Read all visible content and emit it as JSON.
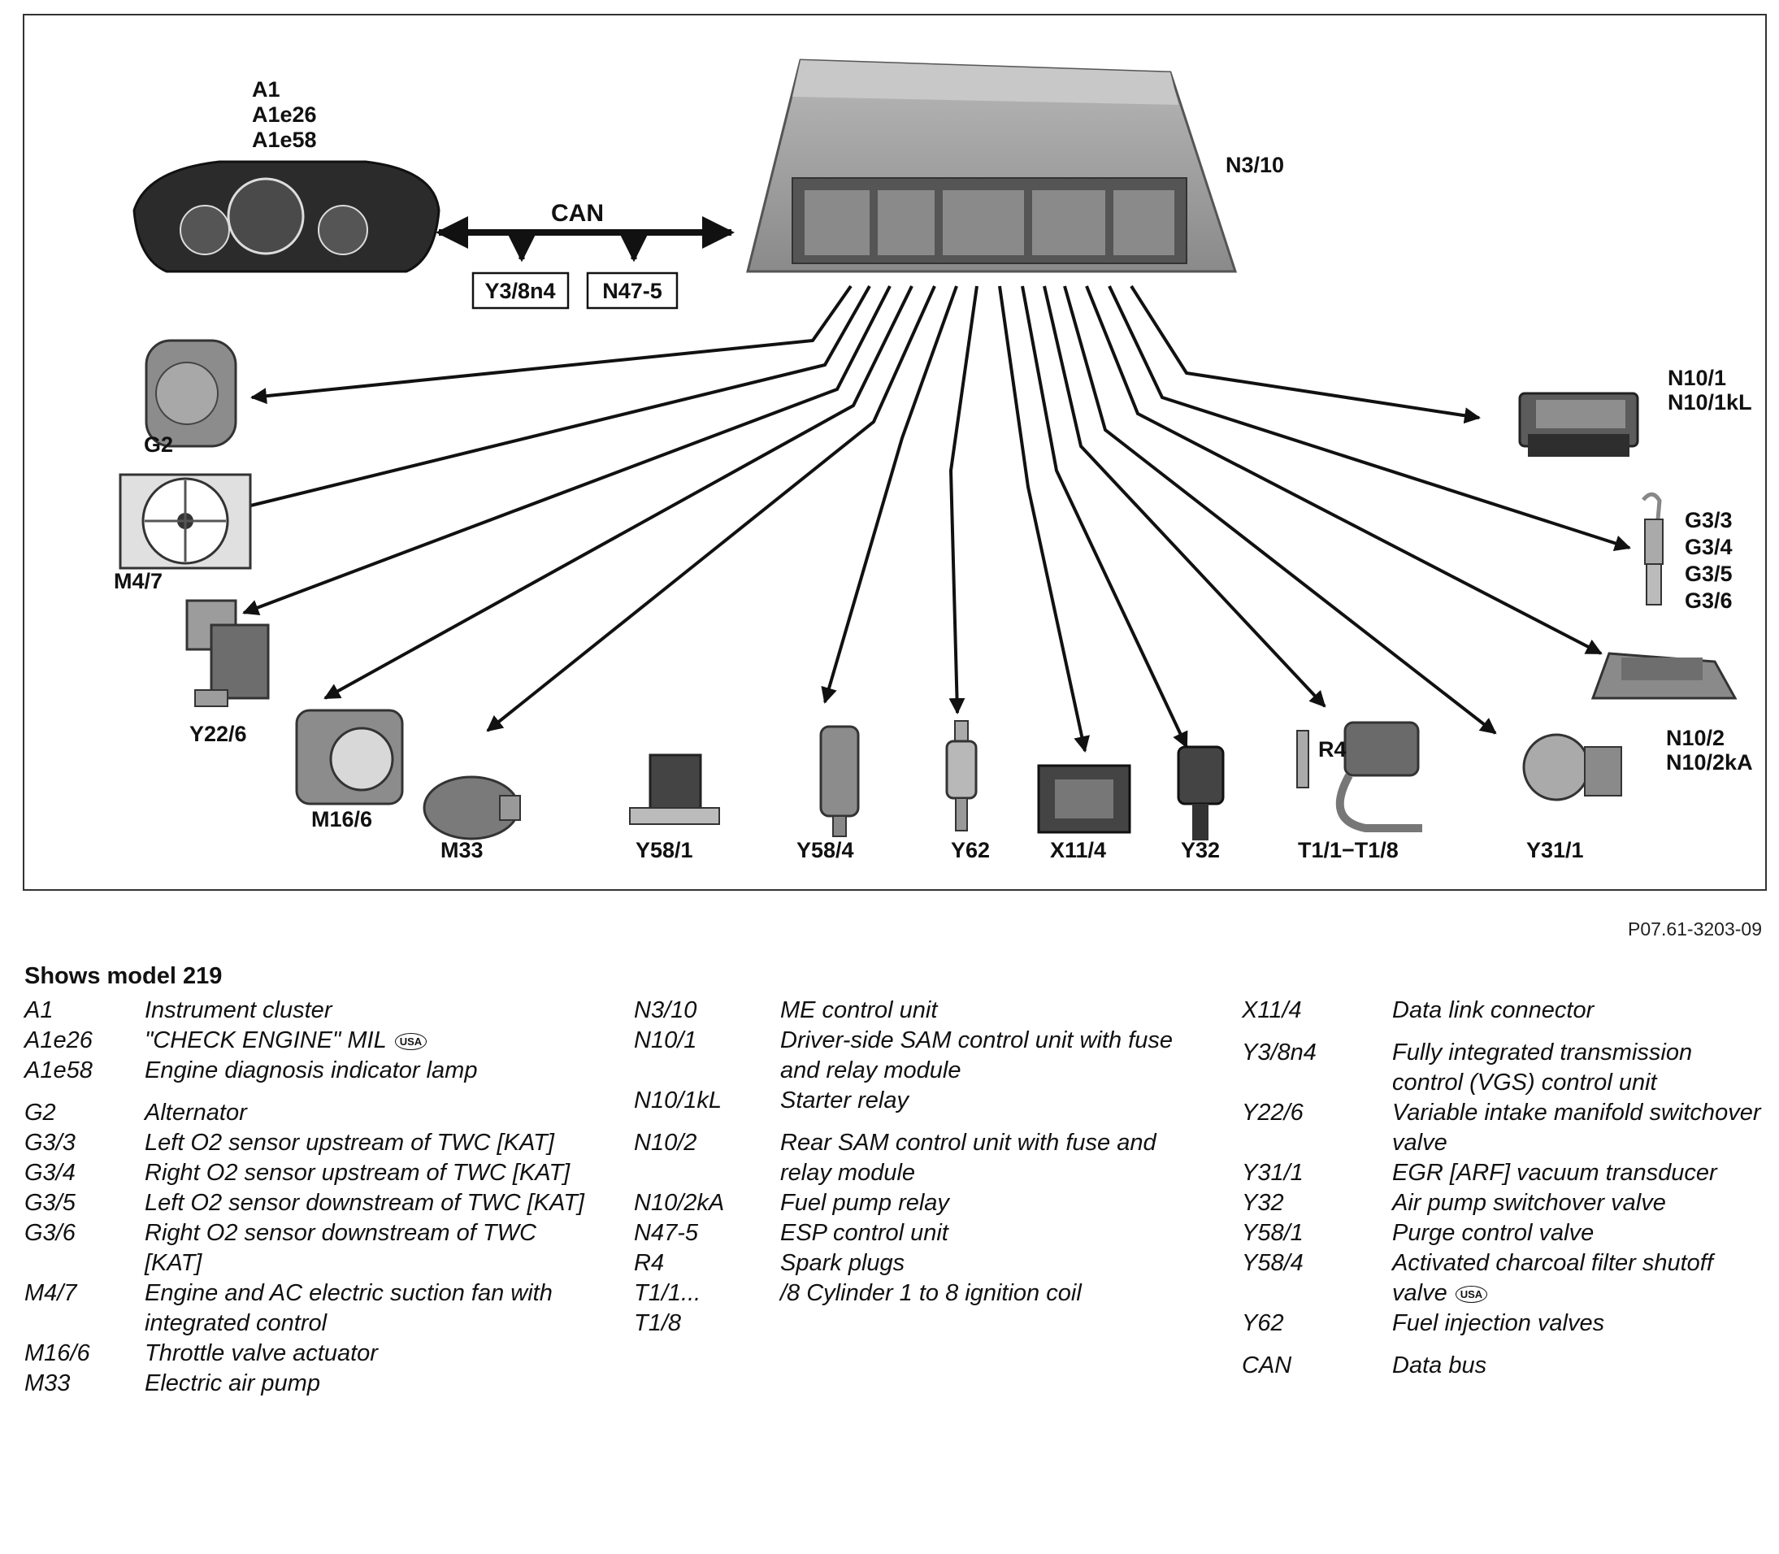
{
  "diagram": {
    "can_label": "CAN",
    "components": {
      "cluster": "A1\nA1e26\nA1e58",
      "ecu": "N3/10",
      "y38n4": "Y3/8n4",
      "n475": "N47-5",
      "g2": "G2",
      "m47": "M4/7",
      "y226": "Y22/6",
      "m166": "M16/6",
      "m33": "M33",
      "y581": "Y58/1",
      "y584": "Y58/4",
      "y62": "Y62",
      "x114": "X11/4",
      "y32": "Y32",
      "r4": "R4",
      "t11": "T1/1−T1/8",
      "y311": "Y31/1",
      "n102": "N10/2\nN10/2kA",
      "g33": "G3/3\nG3/4\nG3/5\nG3/6",
      "n101": "N10/1\nN10/1kL"
    },
    "colors": {
      "line": "#111111",
      "ecu": "#9a9a9a",
      "cluster": "#2b2b2b",
      "part": "#8c8c8c"
    }
  },
  "figure_ref": "P07.61-3203-09",
  "legend": {
    "heading": "Shows model 219",
    "col1": [
      {
        "code": "A1",
        "desc": "Instrument cluster"
      },
      {
        "code": "A1e26",
        "desc": "\"CHECK ENGINE\" MIL",
        "badge": "USA"
      },
      {
        "code": "A1e58",
        "desc": "Engine diagnosis indicator lamp"
      },
      {
        "code": "G2",
        "desc": "Alternator",
        "gap": true
      },
      {
        "code": "G3/3",
        "desc": "Left O2 sensor upstream of TWC [KAT]"
      },
      {
        "code": "G3/4",
        "desc": "Right O2 sensor upstream of TWC [KAT]"
      },
      {
        "code": "G3/5",
        "desc": "Left O2 sensor downstream of TWC [KAT]"
      },
      {
        "code": "G3/6",
        "desc": "Right O2 sensor downstream of TWC [KAT]"
      },
      {
        "code": "M4/7",
        "desc": "Engine and AC electric suction fan with integrated control"
      },
      {
        "code": "M16/6",
        "desc": "Throttle valve actuator"
      },
      {
        "code": "M33",
        "desc": "Electric air pump"
      }
    ],
    "col2": [
      {
        "code": "N3/10",
        "desc": "ME control unit"
      },
      {
        "code": "N10/1",
        "desc": "Driver-side SAM control unit with fuse and relay module"
      },
      {
        "code": "N10/1kL",
        "desc": "Starter relay"
      },
      {
        "code": "N10/2",
        "desc": "Rear SAM control unit with fuse and relay module",
        "gap": true
      },
      {
        "code": "N10/2kA",
        "desc": "Fuel pump relay"
      },
      {
        "code": "N47-5",
        "desc": "ESP control unit"
      },
      {
        "code": "R4",
        "desc": "Spark plugs"
      },
      {
        "code": "T1/1...",
        "desc": "/8 Cylinder 1 to 8 ignition coil"
      },
      {
        "code": "T1/8",
        "desc": ""
      }
    ],
    "col3": [
      {
        "code": "X11/4",
        "desc": "Data link connector"
      },
      {
        "code": "Y3/8n4",
        "desc": "Fully integrated transmission control (VGS) control unit",
        "gap": true
      },
      {
        "code": "Y22/6",
        "desc": "Variable intake manifold switchover valve"
      },
      {
        "code": "Y31/1",
        "desc": "EGR [ARF] vacuum transducer"
      },
      {
        "code": "Y32",
        "desc": "Air pump switchover valve"
      },
      {
        "code": "Y58/1",
        "desc": "Purge control valve"
      },
      {
        "code": "Y58/4",
        "desc": "Activated charcoal filter shutoff valve",
        "badge": "USA"
      },
      {
        "code": "Y62",
        "desc": "Fuel injection valves"
      },
      {
        "code": "CAN",
        "desc": "Data bus",
        "gap": true
      }
    ]
  }
}
